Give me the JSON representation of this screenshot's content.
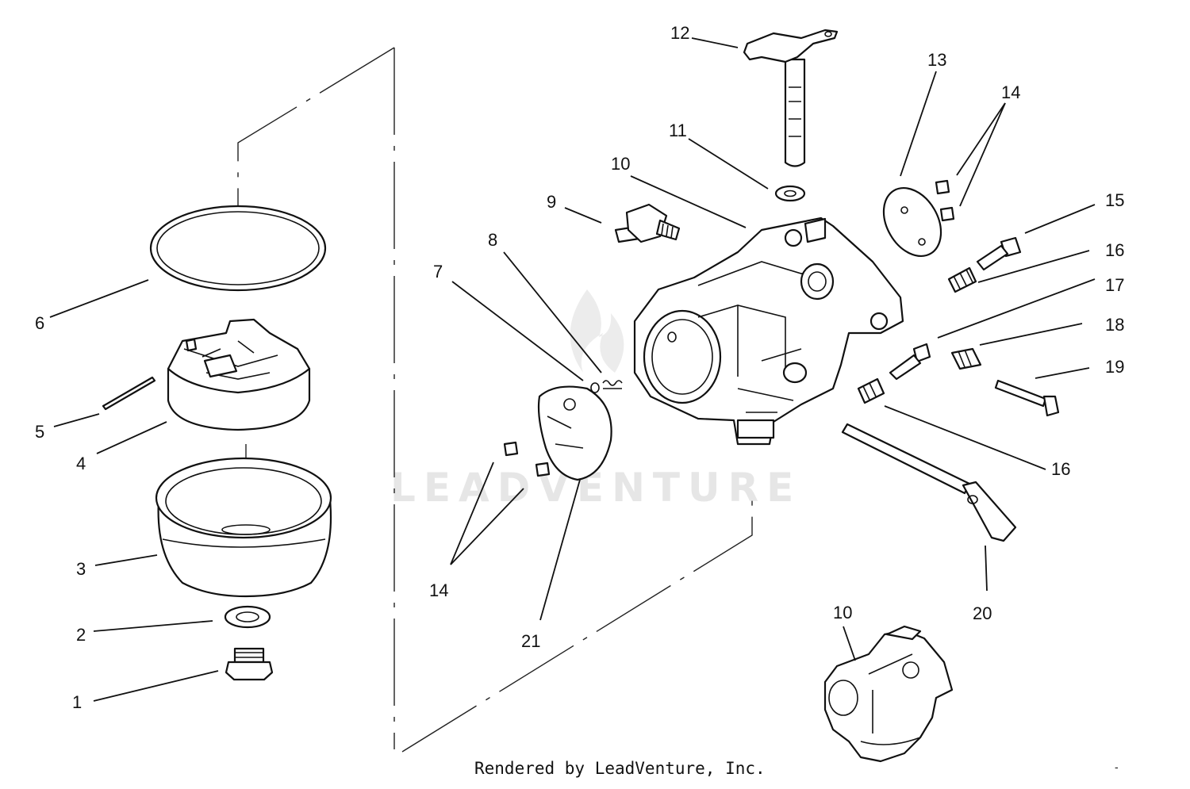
{
  "diagram": {
    "callouts": [
      "1",
      "2",
      "3",
      "4",
      "5",
      "6",
      "7",
      "8",
      "9",
      "10",
      "11",
      "12",
      "13",
      "14",
      "15",
      "16",
      "17",
      "18",
      "19",
      "20",
      "21"
    ],
    "footer": "Rendered by LeadVenture, Inc.",
    "watermark": "LEADVENTURE",
    "corner_mark": "-"
  }
}
